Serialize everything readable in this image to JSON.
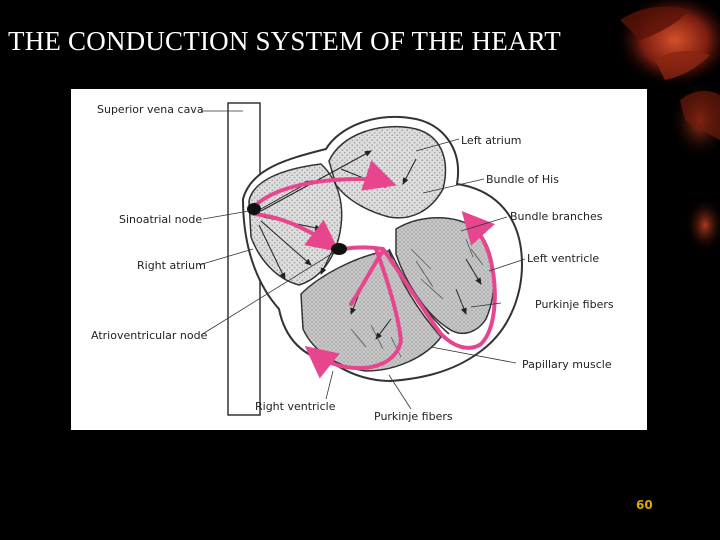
{
  "slide": {
    "title": "THE CONDUCTION SYSTEM OF THE HEART",
    "page_number": "60"
  },
  "diagram": {
    "labels": {
      "superior_vena_cava": "Superior vena cava",
      "left_atrium": "Left atrium",
      "bundle_of_his": "Bundle of His",
      "bundle_branches": "Bundle branches",
      "sinoatrial_node": "Sinoatrial node",
      "left_ventricle": "Left ventricle",
      "right_atrium": "Right atrium",
      "purkinje_fibers_right": "Purkinje fibers",
      "atrioventricular_node": "Atrioventricular node",
      "papillary_muscle": "Papillary muscle",
      "right_ventricle": "Right ventricle",
      "purkinje_fibers_bottom": "Purkinje fibers"
    }
  },
  "colors": {
    "background": "#000000",
    "title_text": "#ffffff",
    "figure_background": "#ffffff",
    "conduction_path": "#e8458f",
    "page_number": "#e0a800"
  }
}
